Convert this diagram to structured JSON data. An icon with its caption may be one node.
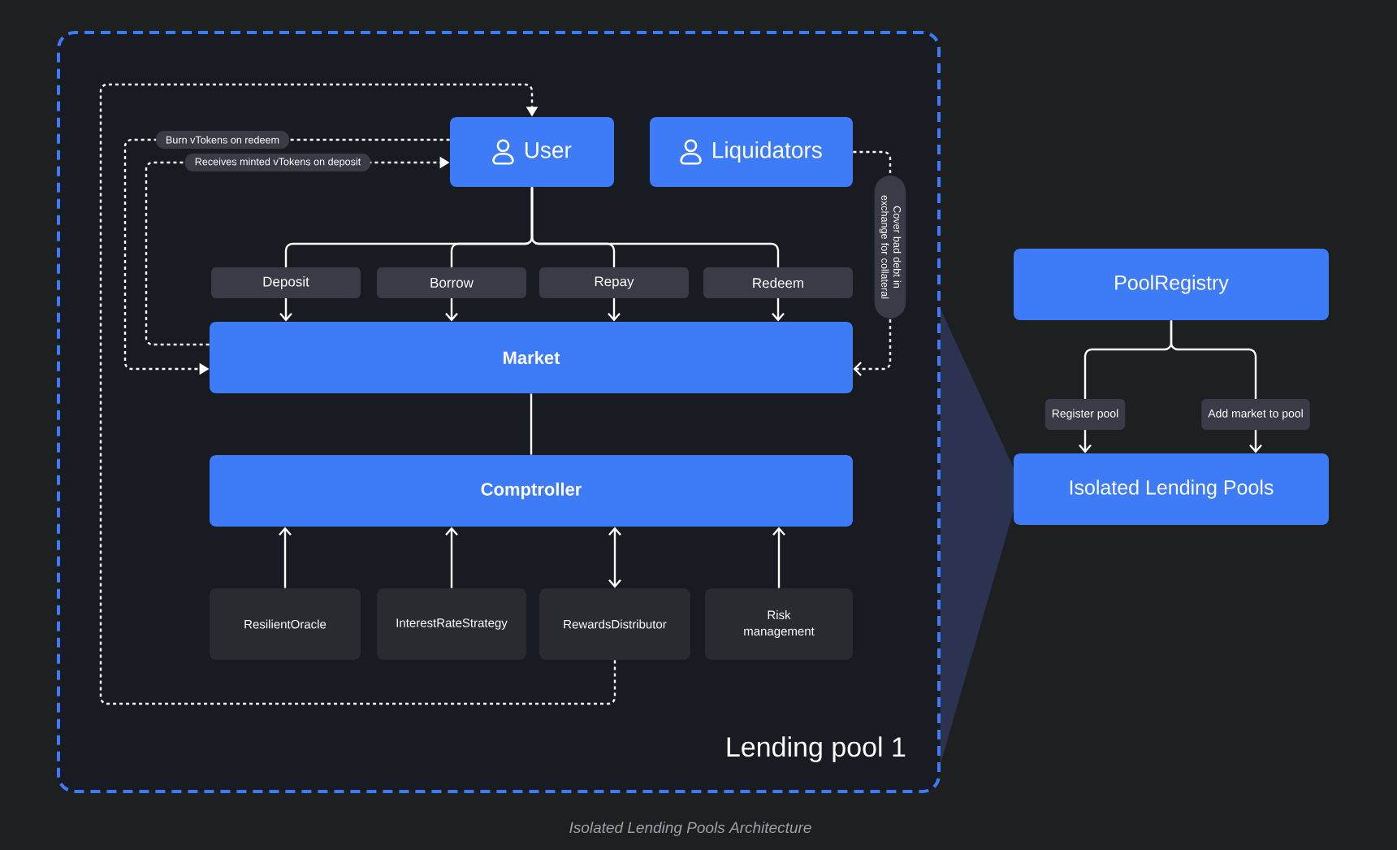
{
  "diagram": {
    "caption": "Isolated Lending Pools Architecture",
    "nodes": [
      {
        "text": [
          "Lending pool 1"
        ]
      },
      {
        "text": [
          "User"
        ],
        "in": 0
      },
      {
        "text": [
          "Liquidators"
        ],
        "in": 0
      },
      {
        "text": [
          "Market"
        ],
        "in": 0
      },
      {
        "text": [
          "Comptroller"
        ],
        "in": 0
      },
      {
        "text": [
          "ResilientOracle"
        ],
        "in": 0
      },
      {
        "text": [
          "InterestRateStrategy"
        ],
        "in": 0
      },
      {
        "text": [
          "RewardsDistributor"
        ],
        "in": 0
      },
      {
        "text": [
          "Risk management"
        ],
        "in": 0
      },
      {
        "text": [
          "PoolRegistry"
        ]
      },
      {
        "text": [
          "Isolated Lending Pools"
        ]
      }
    ],
    "edges": [
      {
        "from": 1,
        "to": 3,
        "arrow": "to",
        "label": "Deposit"
      },
      {
        "from": 1,
        "to": 3,
        "arrow": "to",
        "label": "Borrow"
      },
      {
        "from": 1,
        "to": 3,
        "arrow": "to",
        "label": "Repay"
      },
      {
        "from": 1,
        "to": 3,
        "arrow": "to",
        "label": "Redeem"
      },
      {
        "from": 1,
        "to": 3,
        "arrow": "to",
        "label": "Burn vTokens on redeem",
        "style": "dashed"
      },
      {
        "from": 3,
        "to": 1,
        "arrow": "to",
        "label": "Receives minted vTokens on deposit",
        "style": "dashed"
      },
      {
        "from": 7,
        "to": 1,
        "arrow": "to",
        "style": "dashed"
      },
      {
        "from": 2,
        "to": 3,
        "arrow": "to",
        "label": "Cover bad debt in exchange for collateral",
        "style": "dashed"
      },
      {
        "from": 3,
        "to": 4,
        "arrow": "none"
      },
      {
        "from": 5,
        "to": 4,
        "arrow": "to"
      },
      {
        "from": 6,
        "to": 4,
        "arrow": "to"
      },
      {
        "from": 7,
        "to": 4,
        "arrow": "both"
      },
      {
        "from": 8,
        "to": 4,
        "arrow": "to"
      },
      {
        "from": 9,
        "to": 10,
        "arrow": "to",
        "label": "Register pool"
      },
      {
        "from": 9,
        "to": 10,
        "arrow": "to",
        "label": "Add market to pool"
      }
    ]
  }
}
